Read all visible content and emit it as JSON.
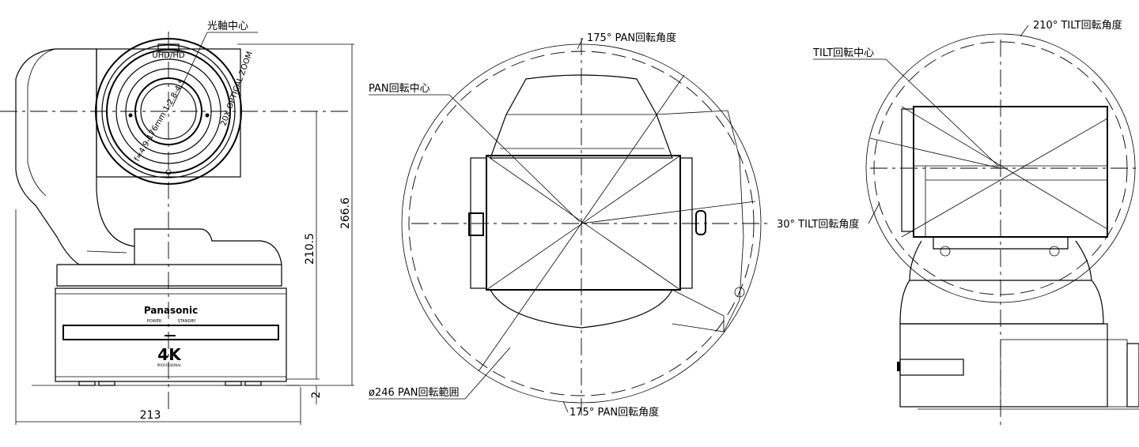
{
  "front_view": {
    "optical_center_label": "光軸中心",
    "width_dim": "213",
    "height_total_dim": "266.6",
    "height_axis_dim": "210.5",
    "base_gap_dim": "2",
    "brand_text": "Panasonic",
    "power_label": "POWER",
    "standby_label": "STANDBY",
    "fourk_text": "4K",
    "professional_text": "PROFESSIONAL",
    "lens_top_text": "UHD/HD",
    "lens_side_text": "20X OPTICAL ZOOM",
    "lens_spec_text": "f=4.9-176mm 1:2.8-4.5"
  },
  "top_view": {
    "pan_center_label": "PAN回転中心",
    "pan_angle_top": "175° PAN回転角度",
    "pan_angle_bottom": "175° PAN回転角度",
    "pan_range_label": "ø246 PAN回転範囲",
    "tilt_angle_30": "30° TILT回転角度"
  },
  "side_view": {
    "tilt_center_label": "TILT回転中心",
    "tilt_angle_210": "210° TILT回転角度"
  }
}
